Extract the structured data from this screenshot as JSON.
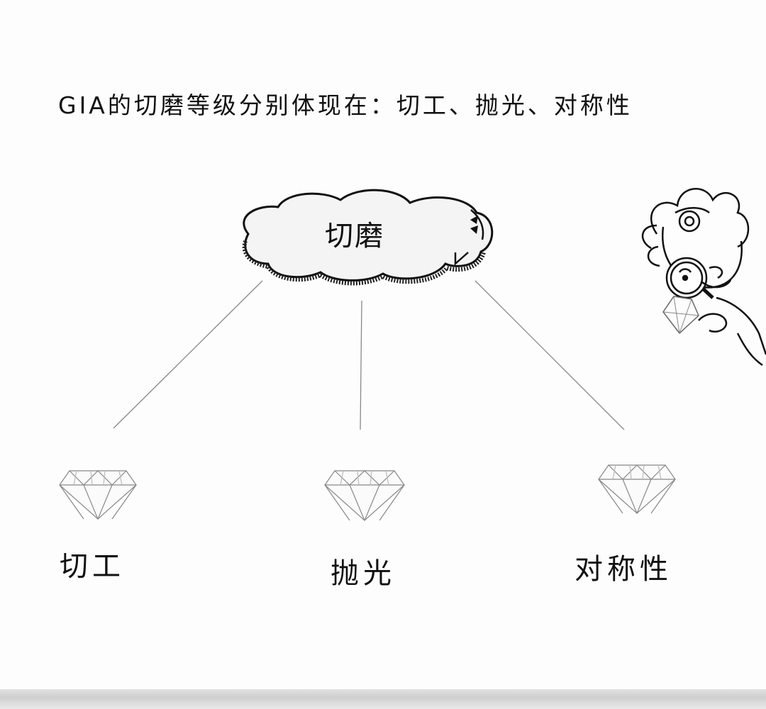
{
  "header": {
    "title": "GIA的切磨等级分别体现在：切工、抛光、对称性"
  },
  "diagram": {
    "root": {
      "label": "切磨"
    },
    "children": [
      {
        "label": "切工",
        "icon": "diamond-icon"
      },
      {
        "label": "抛光",
        "icon": "diamond-icon"
      },
      {
        "label": "对称性",
        "icon": "diamond-icon"
      }
    ],
    "decoration": "cartoon-scientist-with-magnifier-icon"
  }
}
